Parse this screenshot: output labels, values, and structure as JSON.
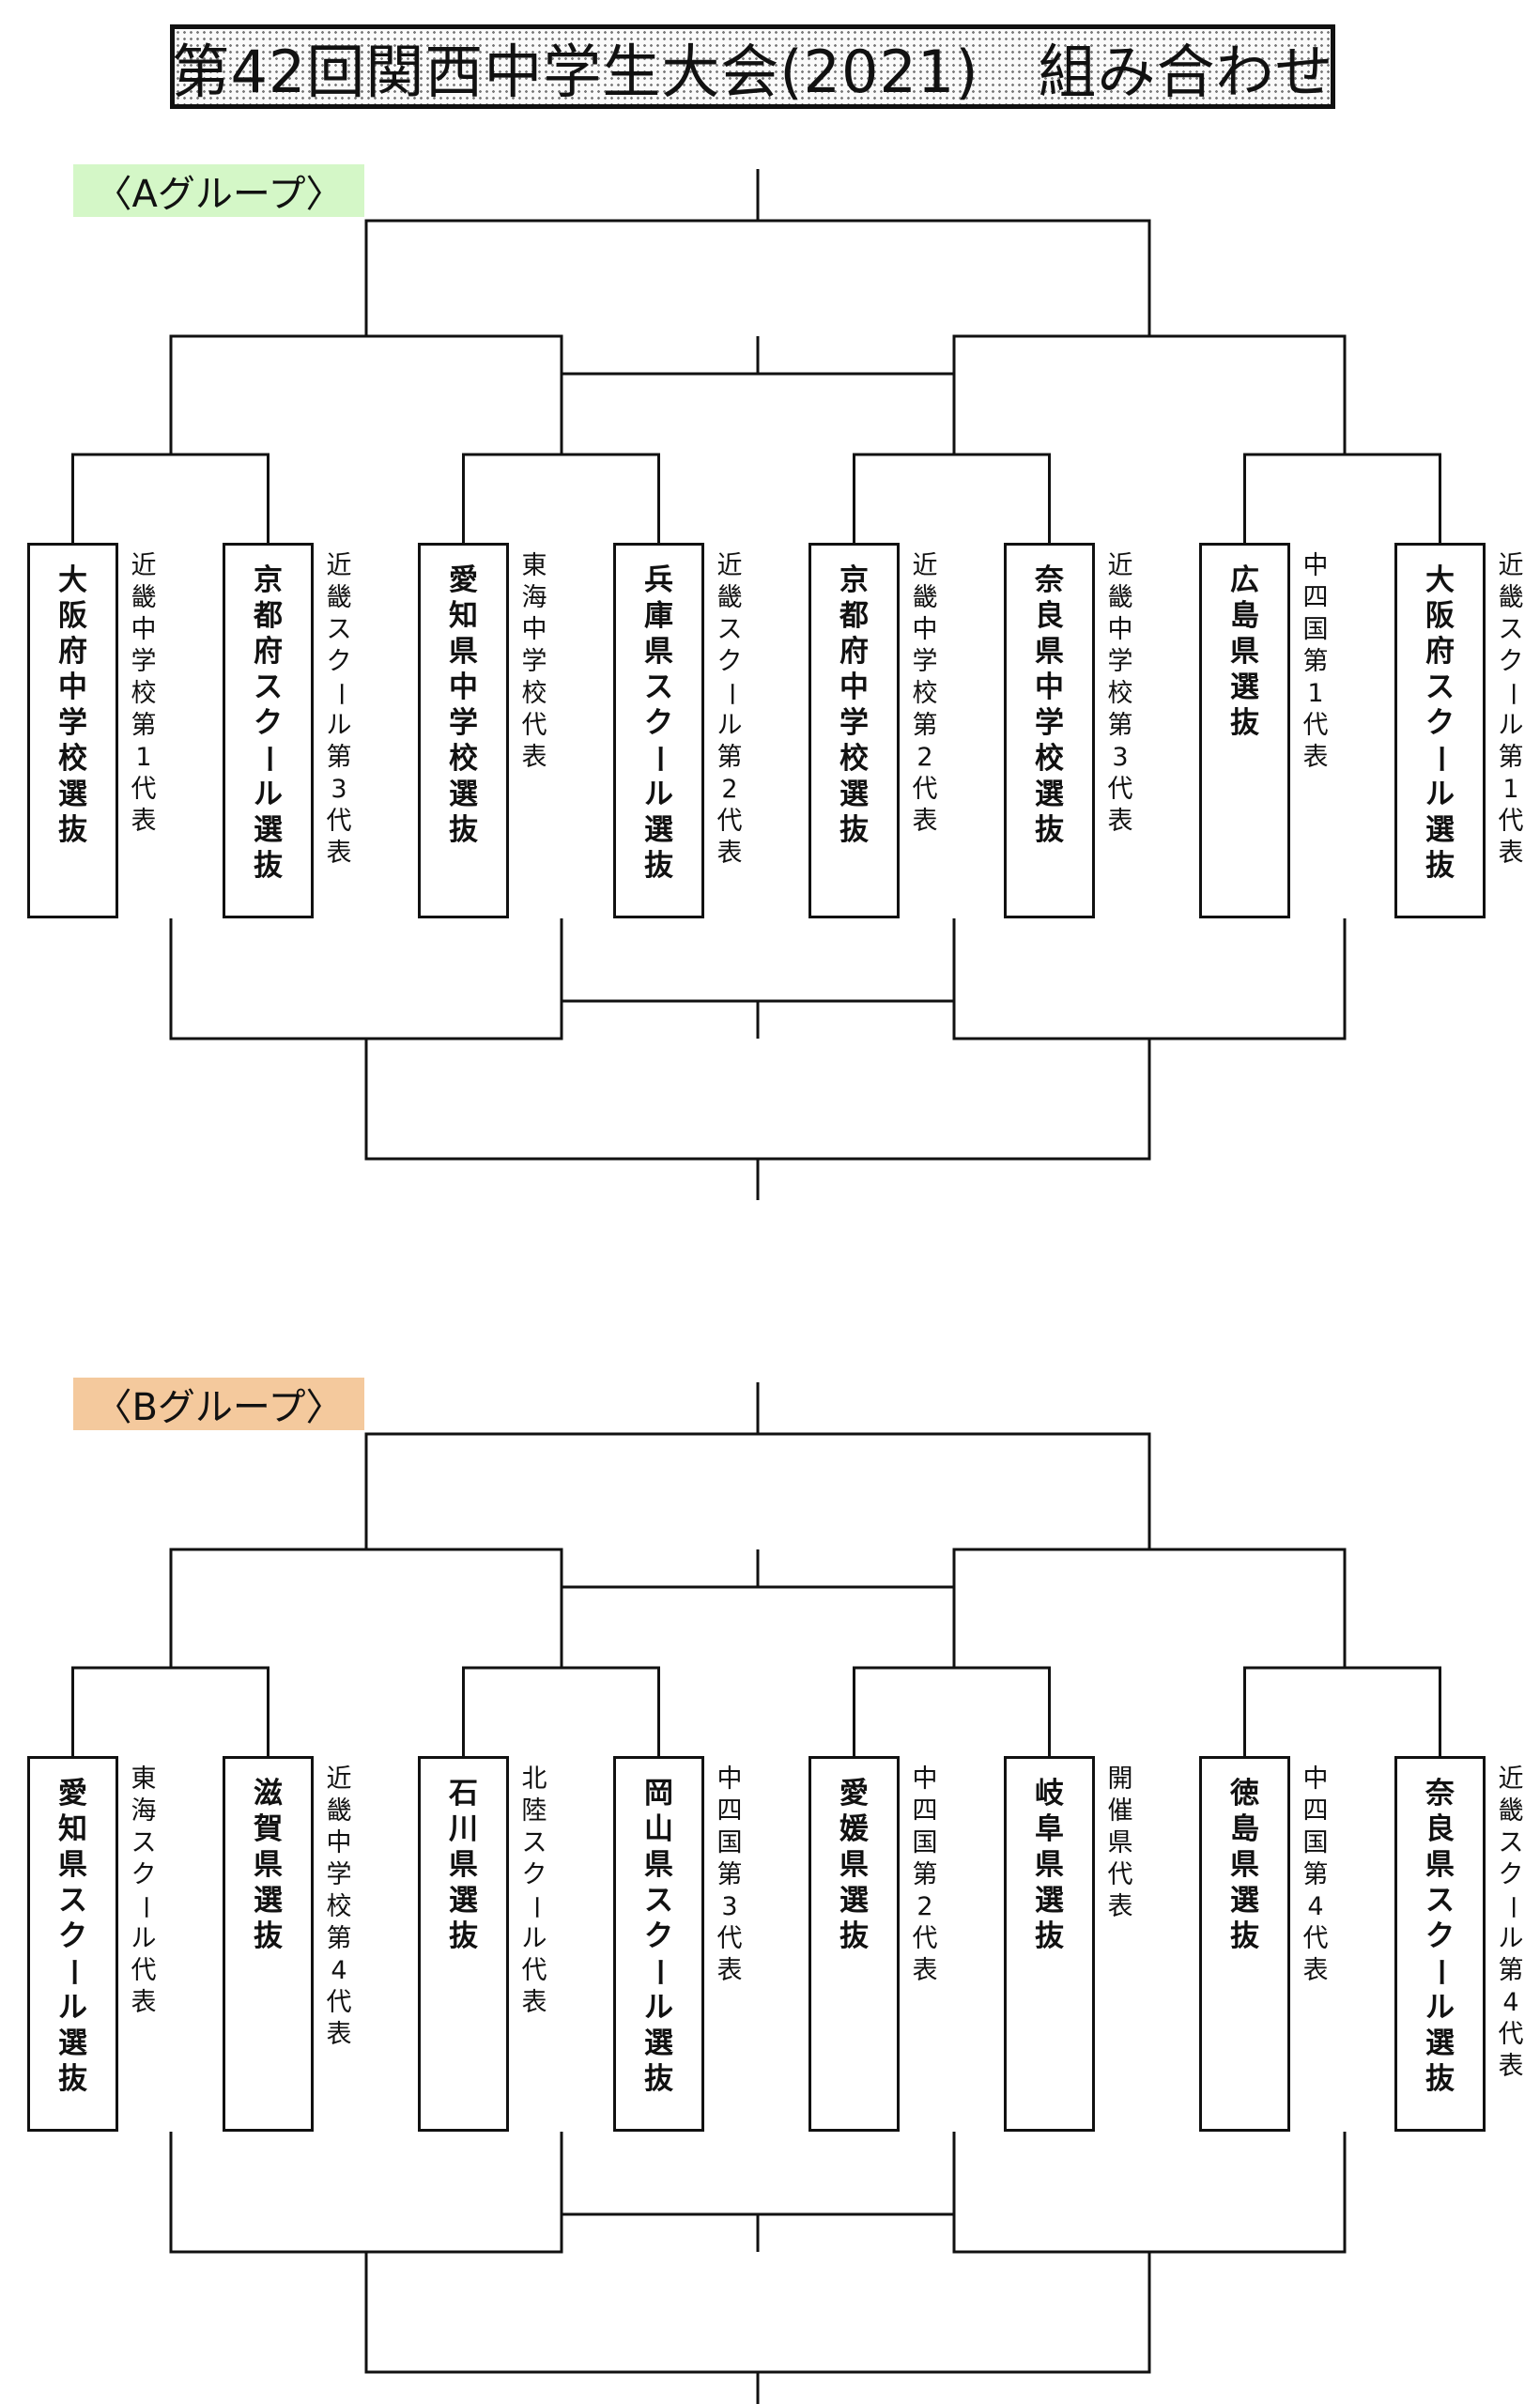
{
  "title": "第42回関西中学生大会(2021)　組み合わせ",
  "groups": [
    {
      "label": "〈Aグループ〉",
      "label_color": "#d4f7c7",
      "teams": [
        {
          "name": "大阪府中学校選抜",
          "rep": "近畿中学校第1代表"
        },
        {
          "name": "京都府スクール選抜",
          "rep": "近畿スクール第3代表"
        },
        {
          "name": "愛知県中学校選抜",
          "rep": "東海中学校代表"
        },
        {
          "name": "兵庫県スクール選抜",
          "rep": "近畿スクール第2代表"
        },
        {
          "name": "京都府中学校選抜",
          "rep": "近畿中学校第2代表"
        },
        {
          "name": "奈良県中学校選抜",
          "rep": "近畿中学校第3代表"
        },
        {
          "name": "広島県選抜",
          "rep": "中四国第1代表"
        },
        {
          "name": "大阪府スクール選抜",
          "rep": "近畿スクール第1代表"
        }
      ]
    },
    {
      "label": "〈Bグループ〉",
      "label_color": "#f4c99d",
      "teams": [
        {
          "name": "愛知県スクール選抜",
          "rep": "東海スクール代表"
        },
        {
          "name": "滋賀県選抜",
          "rep": "近畿中学校第4代表"
        },
        {
          "name": "石川県選抜",
          "rep": "北陸スクール代表"
        },
        {
          "name": "岡山県スクール選抜",
          "rep": "中四国第3代表"
        },
        {
          "name": "愛媛県選抜",
          "rep": "中四国第2代表"
        },
        {
          "name": "岐阜県選抜",
          "rep": "開催県代表"
        },
        {
          "name": "徳島県選抜",
          "rep": "中四国第4代表"
        },
        {
          "name": "奈良県スクール選抜",
          "rep": "近畿スクール第4代表"
        }
      ]
    }
  ]
}
